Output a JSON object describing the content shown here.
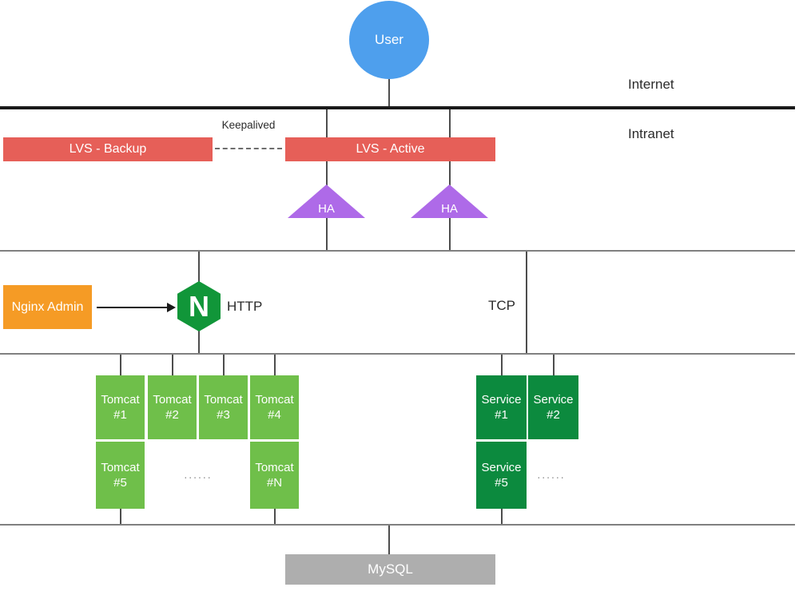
{
  "colors": {
    "user_blue": "#4E9FED",
    "lvs_red": "#E65F58",
    "ha_purple": "#AE6AE8",
    "admin_orange": "#F59B25",
    "nginx_green": "#119639",
    "tomcat_green": "#6FBF4A",
    "service_green": "#0C8A3E",
    "mysql_gray": "#AEAEAE",
    "line_dark": "#1A1A1A",
    "line_gray": "#808080",
    "connector_gray": "#4D4D4D",
    "label_dark": "#2B2B2B",
    "dots_gray": "#8C8C8C"
  },
  "zones": {
    "internet": "Internet",
    "intranet": "Intranet"
  },
  "nodes": {
    "user": "User",
    "lvs_backup": "LVS - Backup",
    "lvs_active": "LVS - Active",
    "keepalived": "Keepalived",
    "ha_left": "HA",
    "ha_right": "HA",
    "nginx_admin": "Nginx Admin",
    "nginx_logo_letter": "N",
    "http": "HTTP",
    "tcp": "TCP",
    "mysql": "MySQL"
  },
  "tomcat_cluster": {
    "row1": [
      {
        "name": "Tomcat",
        "num": "#1"
      },
      {
        "name": "Tomcat",
        "num": "#2"
      },
      {
        "name": "Tomcat",
        "num": "#3"
      },
      {
        "name": "Tomcat",
        "num": "#4"
      }
    ],
    "row2_first": {
      "name": "Tomcat",
      "num": "#5"
    },
    "row2_ellipsis": "......",
    "row2_last": {
      "name": "Tomcat",
      "num": "#N"
    }
  },
  "service_cluster": {
    "row1": [
      {
        "name": "Service",
        "num": "#1"
      },
      {
        "name": "Service",
        "num": "#2"
      }
    ],
    "row2_first": {
      "name": "Service",
      "num": "#5"
    },
    "row2_ellipsis": "......"
  }
}
